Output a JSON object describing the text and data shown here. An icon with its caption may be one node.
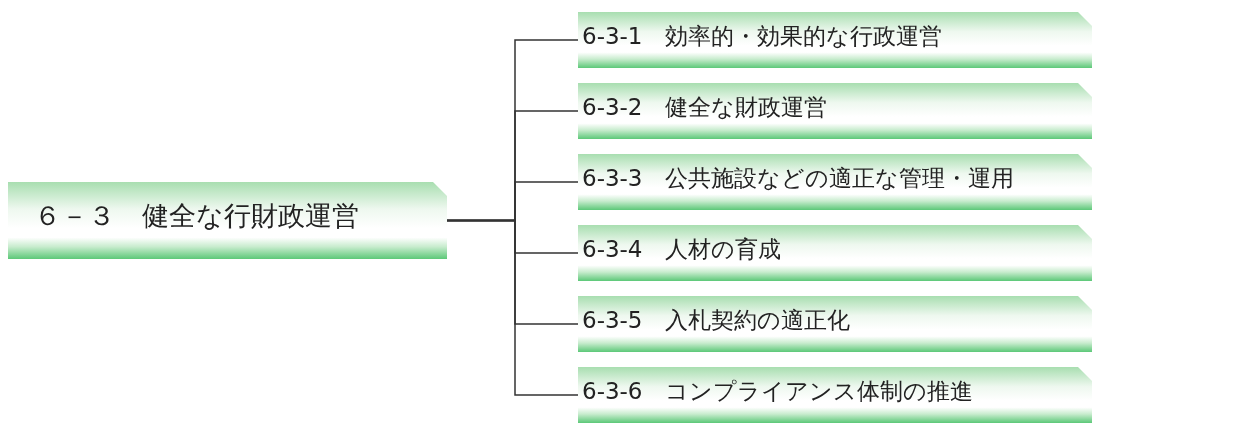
{
  "diagram": {
    "nodes": [
      {
        "text": [
          "６－３　健全な行財政運営"
        ]
      },
      {
        "text": [
          "6-3-1　効率的・効果的な行政運営"
        ]
      },
      {
        "text": [
          "6-3-2　健全な財政運営"
        ]
      },
      {
        "text": [
          "6-3-3　公共施設などの適正な管理・運用"
        ]
      },
      {
        "text": [
          "6-3-4　人材の育成"
        ]
      },
      {
        "text": [
          "6-3-5　入札契約の適正化"
        ]
      },
      {
        "text": [
          "6-3-6　コンプライアンス体制の推進"
        ]
      }
    ],
    "edges": [
      {
        "from": 0,
        "to": 1,
        "arrow": "none"
      },
      {
        "from": 0,
        "to": 2,
        "arrow": "none"
      },
      {
        "from": 0,
        "to": 3,
        "arrow": "none"
      },
      {
        "from": 0,
        "to": 4,
        "arrow": "none"
      },
      {
        "from": 0,
        "to": 5,
        "arrow": "none"
      },
      {
        "from": 0,
        "to": 6,
        "arrow": "none"
      }
    ]
  }
}
